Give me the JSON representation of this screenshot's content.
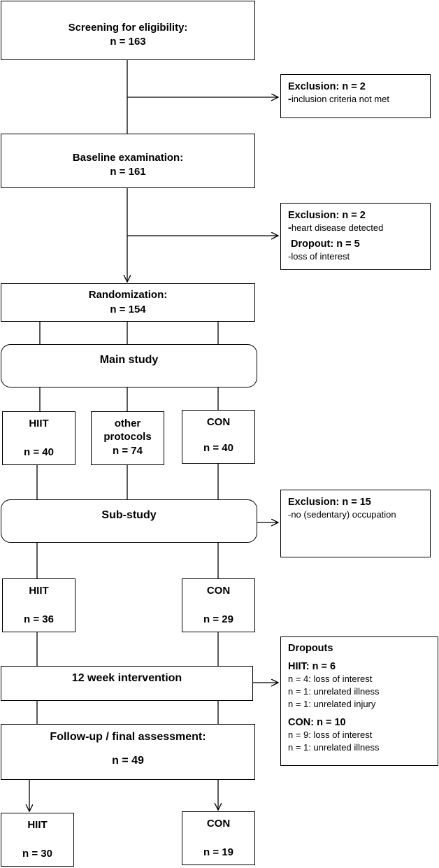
{
  "screening": {
    "title": "Screening for eligibility:",
    "n": "n = 163"
  },
  "exclusion1": {
    "title": "Exclusion: n = 2",
    "dash": "-",
    "reason": "inclusion criteria not met"
  },
  "baseline": {
    "title": "Baseline examination:",
    "n": "n = 161"
  },
  "exclusion2": {
    "title": "Exclusion: n = 2",
    "dash": "-",
    "reason": "heart disease detected",
    "dropout_title": "Dropout: n = 5",
    "dropout_reason": "-loss of interest"
  },
  "randomization": {
    "title": "Randomization:",
    "n": "n = 154"
  },
  "main_study": {
    "title": "Main study"
  },
  "arms_main": [
    {
      "label": "HIIT",
      "n": "n = 40"
    },
    {
      "label_line1": "other",
      "label_line2": "protocols",
      "n": "n = 74"
    },
    {
      "label": "CON",
      "n": "n = 40"
    }
  ],
  "sub_study": {
    "title": "Sub-study"
  },
  "exclusion3": {
    "title": "Exclusion: n = 15",
    "reason": "-no (sedentary) occupation"
  },
  "arms_sub": [
    {
      "label": "HIIT",
      "n": "n = 36"
    },
    {
      "label": "CON",
      "n": "n = 29"
    }
  ],
  "intervention": {
    "title": "12 week intervention"
  },
  "dropouts": {
    "title": "Dropouts",
    "hiit_title": "HIIT: n = 6",
    "hiit_items": [
      "n = 4: loss of interest",
      "n = 1: unrelated illness",
      "n = 1: unrelated injury"
    ],
    "con_title": "CON: n = 10",
    "con_items": [
      "n = 9: loss of interest",
      "n = 1: unrelated illness"
    ]
  },
  "followup": {
    "title": "Follow-up / final assessment:",
    "n": "n = 49"
  },
  "arms_final": [
    {
      "label": "HIIT",
      "n": "n = 30"
    },
    {
      "label": "CON",
      "n": "n = 19"
    }
  ]
}
